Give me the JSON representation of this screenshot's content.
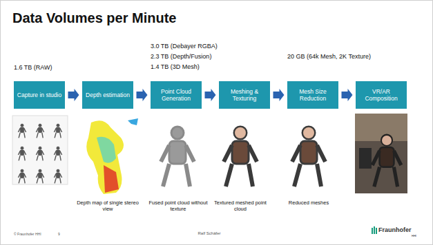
{
  "diagram": {
    "title": "Data Volumes per Minute",
    "nodes": [
      {
        "text": [
          "Capture in studio"
        ]
      },
      {
        "text": [
          "Depth estimation"
        ]
      },
      {
        "text": [
          "Point Cloud Generation"
        ]
      },
      {
        "text": [
          "Meshing & Texturing"
        ]
      },
      {
        "text": [
          "Mesh Size Reduction"
        ]
      },
      {
        "text": [
          "VR/AR Composition"
        ]
      }
    ],
    "edges": [
      {
        "from": 0,
        "to": 1,
        "arrow": "to"
      },
      {
        "from": 1,
        "to": 2,
        "arrow": "to"
      },
      {
        "from": 2,
        "to": 3,
        "arrow": "to"
      },
      {
        "from": 3,
        "to": 4,
        "arrow": "to"
      },
      {
        "from": 4,
        "to": 5,
        "arrow": "to"
      }
    ],
    "labels": [
      "1.6 TB (RAW)",
      "3.0 TB (Debayer RGBA)",
      "2.3 TB (Depth/Fusion)",
      "1.4 TB (3D Mesh)",
      "20 GB (64k Mesh, 2K Texture)",
      "Depth map of single stereo view",
      "Fused point cloud without texture",
      "Textured meshed point cloud",
      "Reduced meshes",
      "© Fraunhofer HHI",
      "9",
      "Ralf Schäfer",
      "Fraunhofer",
      "HHI"
    ]
  }
}
